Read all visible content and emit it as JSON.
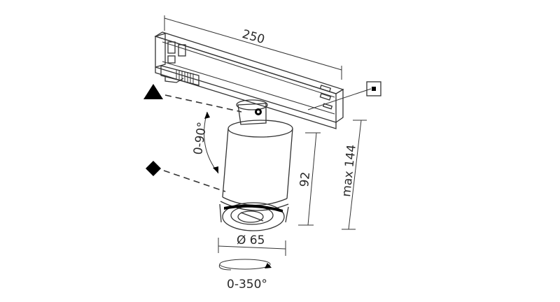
{
  "diagram": {
    "dimensions": {
      "length": "250",
      "height": "92",
      "max_height": "max 144",
      "diameter": "Ø 65"
    },
    "rotation": {
      "tilt": "0-90°",
      "pan": "0-350°"
    },
    "symbols": {
      "track_side": "triangle-icon",
      "tilt_axis": "diamond-icon",
      "square_marker": "square-dot-icon"
    },
    "colors": {
      "stroke": "#333333",
      "fill": "#000000",
      "background": "#ffffff"
    }
  }
}
